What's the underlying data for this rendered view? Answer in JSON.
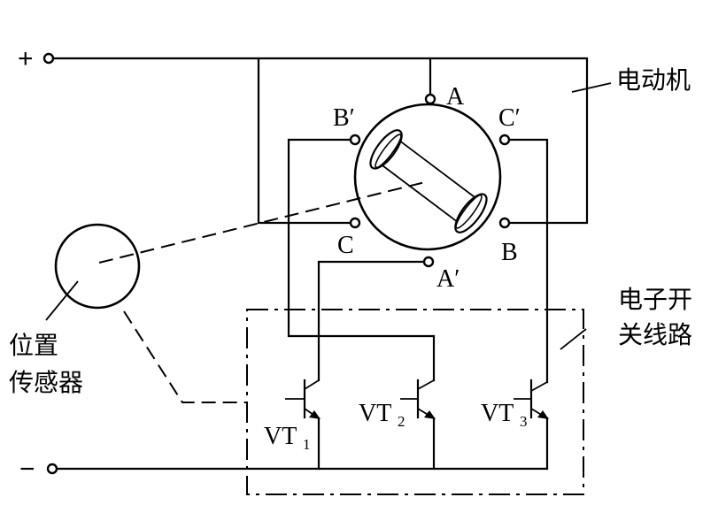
{
  "supply": {
    "plus": "+",
    "minus": "−"
  },
  "motor": {
    "label": "电动机",
    "terminals": {
      "A": "A",
      "A_prime": "A′",
      "B": "B",
      "B_prime": "B′",
      "C": "C",
      "C_prime": "C′"
    }
  },
  "sensor": {
    "label_line1": "位置",
    "label_line2": "传感器"
  },
  "switch_circuit": {
    "label_line1": "电子开",
    "label_line2": "关线路"
  },
  "transistors": [
    {
      "prefix": "VT",
      "sub": "1"
    },
    {
      "prefix": "VT",
      "sub": "2"
    },
    {
      "prefix": "VT",
      "sub": "3"
    }
  ]
}
